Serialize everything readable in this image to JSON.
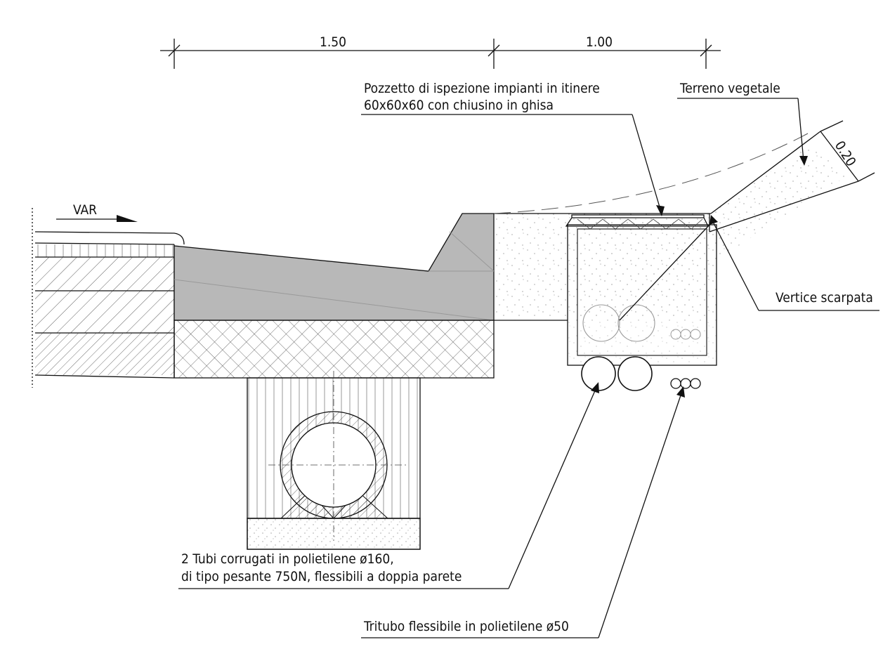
{
  "dimensions": {
    "d1": "1.50",
    "d2": "1.00",
    "d3": "0.20"
  },
  "labels": {
    "var": "VAR",
    "pozzetto_line1": "Pozzetto di ispezione impianti in itinere",
    "pozzetto_line2": "60x60x60 con chiusino in ghisa",
    "terreno": "Terreno vegetale",
    "vertice": "Vertice scarpata",
    "tubi_line1": "2 Tubi corrugati in polietilene ø160,",
    "tubi_line2": "di tipo pesante 750N, flessibili a doppia parete",
    "tritubo": "Tritubo flessibile in polietilene ø50"
  },
  "colors": {
    "ink": "#111111",
    "road_fill": "#b8b8b8",
    "grey_line": "#999999"
  }
}
